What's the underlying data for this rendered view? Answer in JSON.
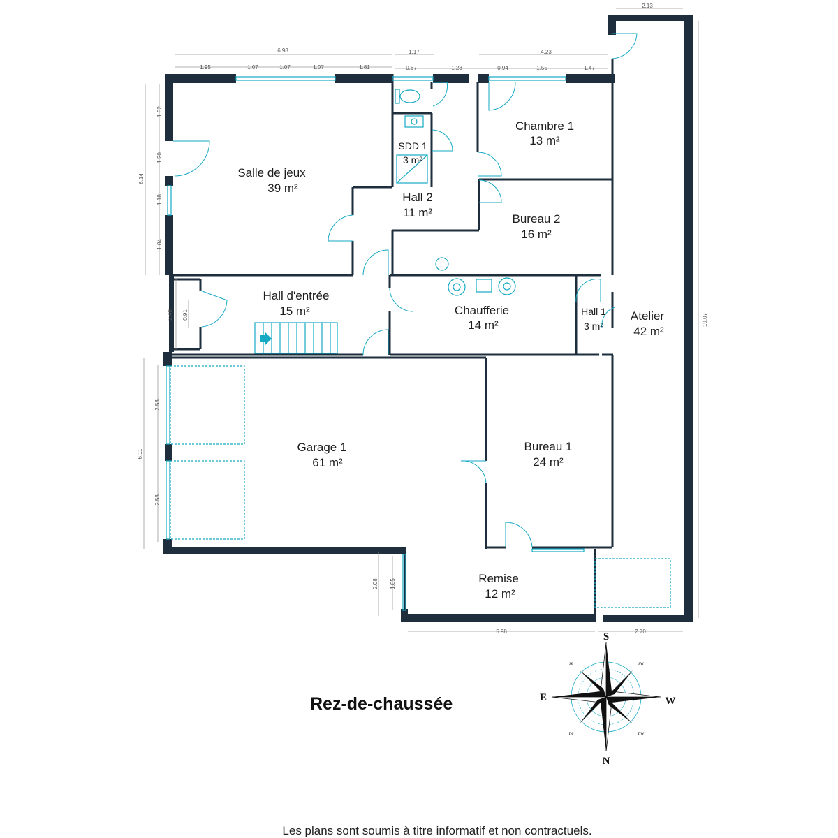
{
  "plan": {
    "title": "Rez-de-chaussée",
    "disclaimer": "Les plans sont soumis à titre informatif et non contractuels."
  },
  "rooms": {
    "salle_de_jeux": {
      "name": "Salle de jeux",
      "area": "39 m²"
    },
    "sdd1": {
      "name": "SDD 1",
      "area": "3 m²"
    },
    "chambre1": {
      "name": "Chambre 1",
      "area": "13 m²"
    },
    "hall2": {
      "name": "Hall 2",
      "area": "11 m²"
    },
    "bureau2": {
      "name": "Bureau 2",
      "area": "16 m²"
    },
    "hall_entree": {
      "name": "Hall d'entrée",
      "area": "15 m²"
    },
    "chaufferie": {
      "name": "Chaufferie",
      "area": "14 m²"
    },
    "hall1": {
      "name": "Hall 1",
      "area": "3 m²"
    },
    "atelier": {
      "name": "Atelier",
      "area": "42 m²"
    },
    "garage1": {
      "name": "Garage 1",
      "area": "61 m²"
    },
    "bureau1": {
      "name": "Bureau 1",
      "area": "24 m²"
    },
    "remise": {
      "name": "Remise",
      "area": "12 m²"
    }
  },
  "dimensions": {
    "top_total": "6.98",
    "top_a": "1.95",
    "top_b": "1.07",
    "top_c": "1.07",
    "top_d": "1.07",
    "top_e": "1.81",
    "sdd_total": "1.17",
    "sdd_a": "0.67",
    "sdd_b": "1.28",
    "ch_total": "4.23",
    "ch_a": "0.94",
    "ch_b": "1.55",
    "ch_c": "1.47",
    "atelier_top": "2.13",
    "right_total": "19.07",
    "left_total": "6.14",
    "left_a": "1.82",
    "left_b": "1.20",
    "left_c": "1.18",
    "left_d": "1.84",
    "hall_left": "2.48",
    "hall_left_b": "0.91",
    "garage_left": "6.11",
    "garage_a": "2.53",
    "garage_b": "2.53",
    "remise_left": "2.08",
    "remise_left_b": "1.85",
    "bottom_a": "5.98",
    "bottom_b": "2.70"
  },
  "compass": {
    "north": "N",
    "south": "S",
    "east": "E",
    "west": "W",
    "nw": "nw",
    "ne": "ne",
    "sw": "sw",
    "se": "se"
  },
  "colors": {
    "wall": "#1e2e3c",
    "fixture": "#16a9c4"
  }
}
